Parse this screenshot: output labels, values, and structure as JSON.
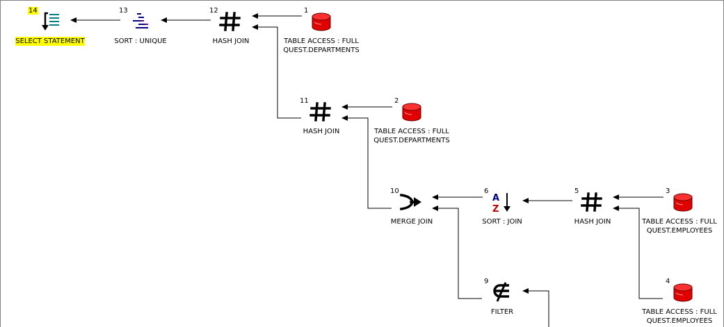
{
  "nodes": {
    "n14": {
      "num": "14",
      "label": "SELECT STATEMENT",
      "icon": "select-statement-icon"
    },
    "n13": {
      "num": "13",
      "label": "SORT : UNIQUE",
      "icon": "sort-unique-icon"
    },
    "n12": {
      "num": "12",
      "label": "HASH JOIN",
      "icon": "hash-join-icon"
    },
    "n1": {
      "num": "1",
      "label": "TABLE ACCESS : FULL",
      "sub": "QUEST.DEPARTMENTS",
      "icon": "table-icon"
    },
    "n11": {
      "num": "11",
      "label": "HASH JOIN",
      "icon": "hash-join-icon"
    },
    "n2": {
      "num": "2",
      "label": "TABLE ACCESS : FULL",
      "sub": "QUEST.DEPARTMENTS",
      "icon": "table-icon"
    },
    "n10": {
      "num": "10",
      "label": "MERGE JOIN",
      "icon": "merge-join-icon"
    },
    "n6": {
      "num": "6",
      "label": "SORT : JOIN",
      "icon": "sort-join-icon"
    },
    "n5": {
      "num": "5",
      "label": "HASH JOIN",
      "icon": "hash-join-icon"
    },
    "n3": {
      "num": "3",
      "label": "TABLE ACCESS : FULL",
      "sub": "QUEST.EMPLOYEES",
      "icon": "table-icon"
    },
    "n9": {
      "num": "9",
      "label": "FILTER",
      "icon": "filter-icon"
    },
    "n4": {
      "num": "4",
      "label": "TABLE ACCESS : FULL",
      "sub": "QUEST.EMPLOYEES",
      "icon": "table-icon"
    }
  },
  "colors": {
    "highlight": "#ffff00",
    "table": "#e00000",
    "sort": "#000080"
  }
}
